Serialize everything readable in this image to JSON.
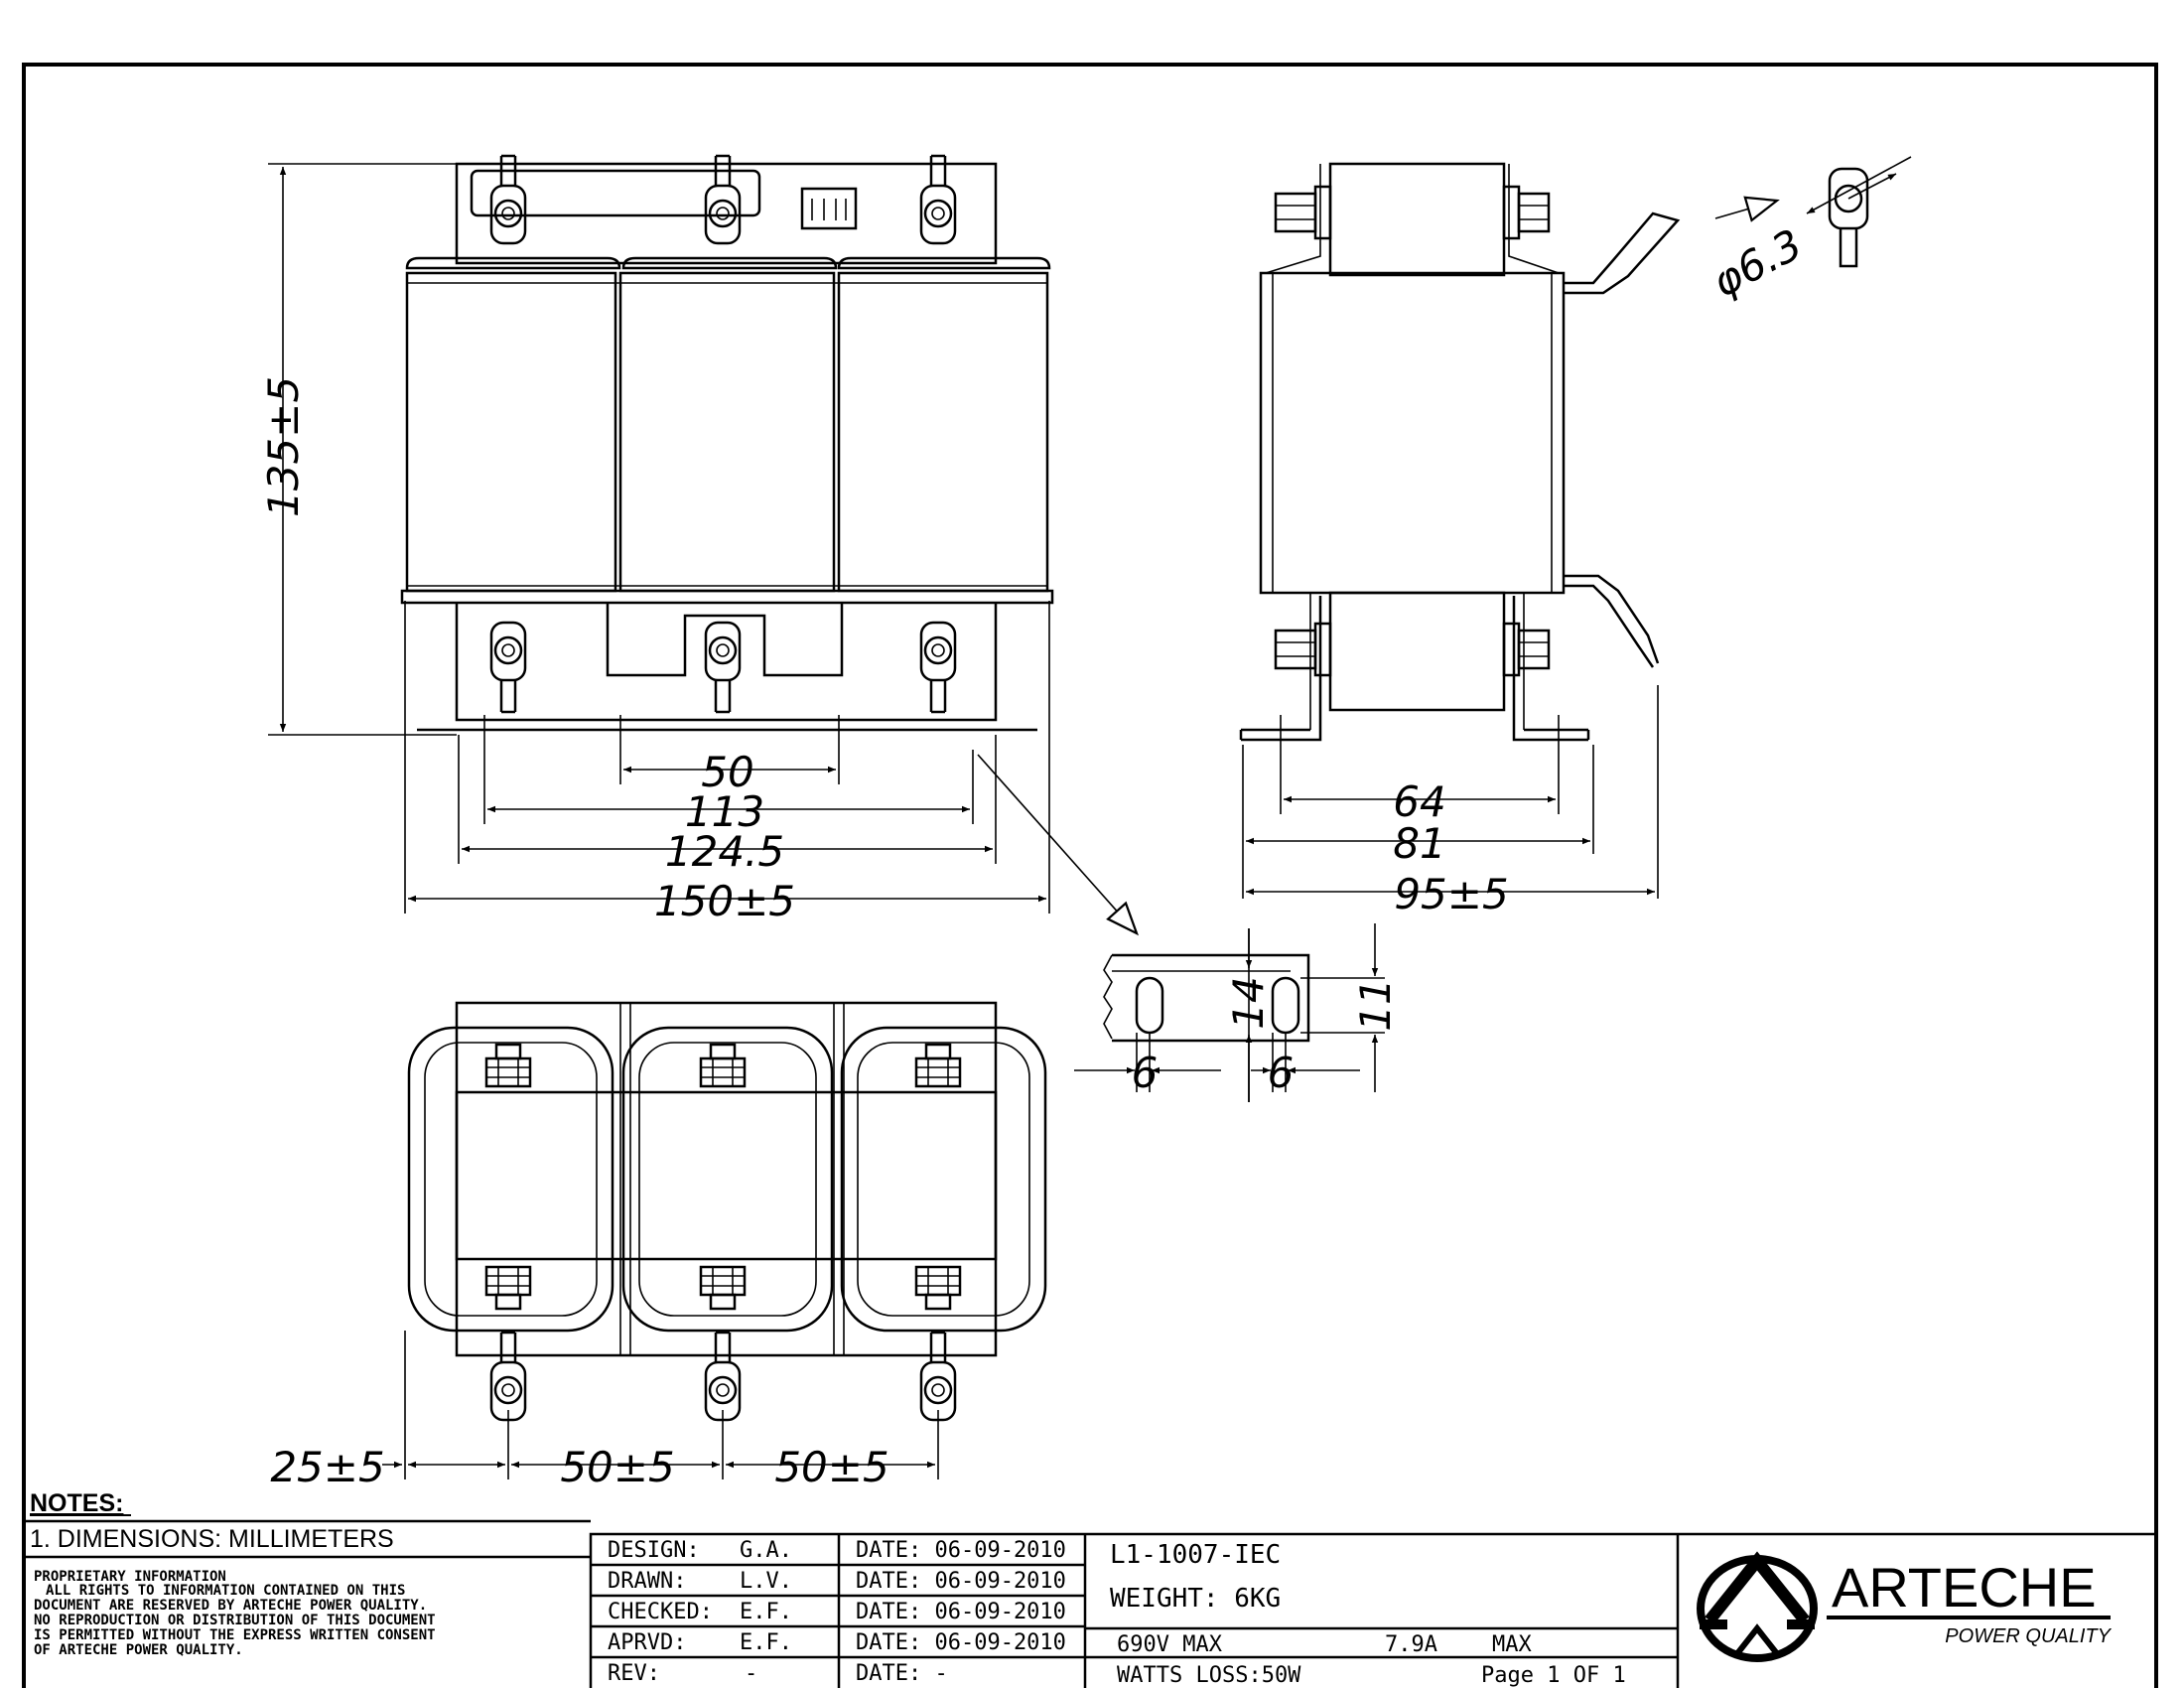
{
  "drawing": {
    "dimensions": {
      "height_front": "135±5",
      "pitch_50": "50",
      "width_113": "113",
      "width_124": "124.5",
      "width_150": "150±5",
      "side_64": "64",
      "side_81": "81",
      "side_95": "95±5",
      "hole_dia": "φ6.3",
      "slot_14": "14",
      "slot_11": "11",
      "slot_6a": "6",
      "slot_6b": "6",
      "bottom_25": "25±5",
      "bottom_50a": "50±5",
      "bottom_50b": "50±5"
    }
  },
  "notes": {
    "heading": "NOTES:",
    "line1": "1. DIMENSIONS: MILLIMETERS",
    "proprietary": [
      "PROPRIETARY INFORMATION",
      "ALL RIGHTS TO INFORMATION CONTAINED ON THIS",
      "DOCUMENT ARE RESERVED BY ARTECHE POWER QUALITY.",
      "NO REPRODUCTION OR DISTRIBUTION OF THIS DOCUMENT",
      "IS PERMITTED WITHOUT THE EXPRESS WRITTEN CONSENT",
      "OF ARTECHE POWER QUALITY."
    ]
  },
  "title_block": {
    "design_label": "DESIGN:",
    "design_value": "G.A.",
    "drawn_label": "DRAWN:",
    "drawn_value": "L.V.",
    "checked_label": "CHECKED:",
    "checked_value": "E.F.",
    "aprvd_label": "APRVD:",
    "aprvd_value": "E.F.",
    "rev_label": "REV:",
    "rev_value": "-",
    "date1": "DATE: 06-09-2010",
    "date2": "DATE: 06-09-2010",
    "date3": "DATE: 06-09-2010",
    "date4": "DATE: 06-09-2010",
    "date5": "DATE: -",
    "part_no": "L1-1007-IEC",
    "weight": "WEIGHT: 6KG",
    "voltage": "690V MAX",
    "current": "7.9A",
    "current_max": "MAX",
    "watts": "WATTS LOSS:50W",
    "page": "Page 1 OF 1"
  },
  "brand": {
    "name": "ARTECHE",
    "sub": "POWER QUALITY"
  }
}
